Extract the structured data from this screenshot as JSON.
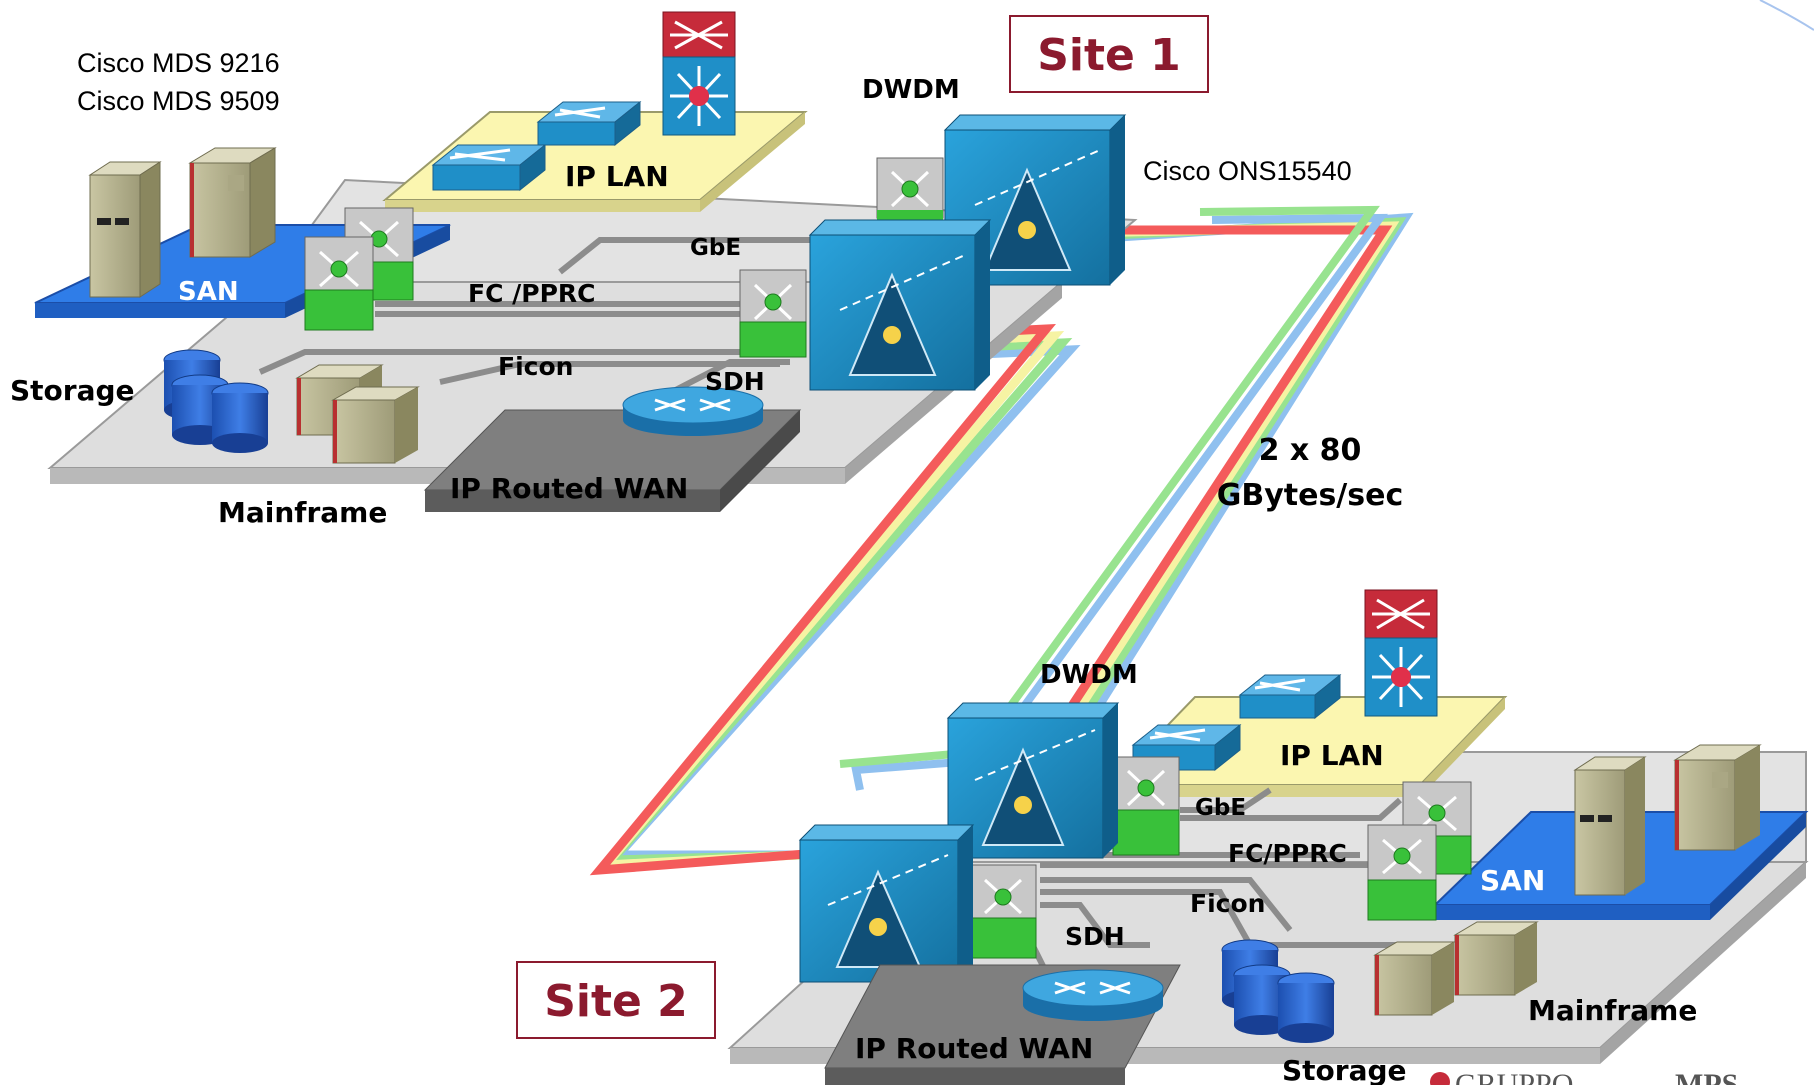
{
  "site1": {
    "title": "Site 1",
    "mds_line1": "Cisco MDS 9216",
    "mds_line2": "Cisco MDS 9509",
    "dwdm": "DWDM",
    "ons": "Cisco ONS15540",
    "ip_lan": "IP LAN",
    "san": "SAN",
    "gbe": "GbE",
    "fc": "FC /PPRC",
    "ficon": "Ficon",
    "sdh": "SDH",
    "storage": "Storage",
    "mainframe": "Mainframe",
    "wan": "IP Routed WAN"
  },
  "site2": {
    "title": "Site 2",
    "dwdm": "DWDM",
    "ip_lan": "IP LAN",
    "san": "SAN",
    "gbe": "GbE",
    "fc": "FC/PPRC",
    "ficon": "Ficon",
    "sdh": "SDH",
    "storage": "Storage",
    "mainframe": "Mainframe",
    "wan": "IP Routed WAN"
  },
  "link": {
    "line1": "2 x 80",
    "line2": "GBytes/sec"
  },
  "logo": {
    "prefix": "GRUPPO",
    "suffix": "MPS"
  },
  "colors": {
    "platform": "#dedede",
    "san": "#2f7de8",
    "ip_lan": "#fbf6b0",
    "wan": "#7f7f7f",
    "dwdm": "#1f8fc8",
    "switch_green": "#39c13a",
    "site_text": "#8b1a2e",
    "ring_red": "#f45b5b",
    "ring_yellow": "#f6f3a3",
    "ring_green": "#98e38f",
    "ring_blue": "#8fc0ef"
  }
}
